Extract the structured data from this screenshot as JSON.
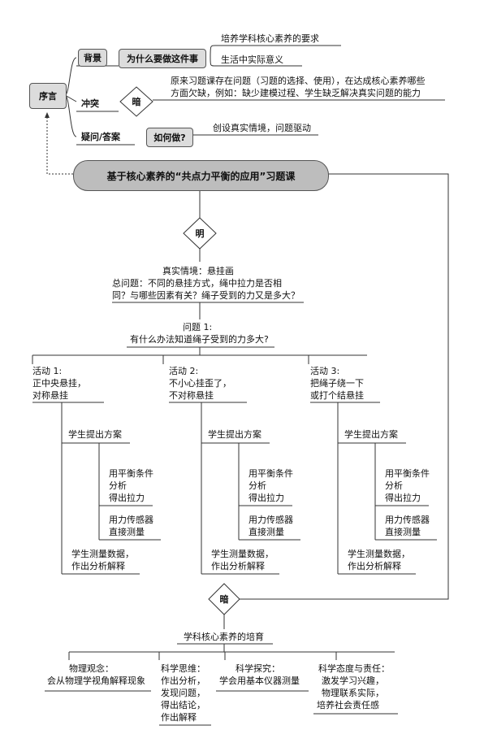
{
  "preface": {
    "label": "序言",
    "background": {
      "label": "背景",
      "question": "为什么要做这件事",
      "reasons": [
        "培养学科核心素养的要求",
        "生活中实际意义"
      ]
    },
    "conflict": {
      "label": "冲突",
      "marker": "暗",
      "text_line1": "原来习题课存在问题（习题的选择、使用），在达成核心素养哪些",
      "text_line2": "方面欠缺，例如：缺少建模过程、学生缺乏解决真实问题的能力"
    },
    "question": {
      "label": "疑问/答案",
      "how": "如何做?",
      "answer": "创设真实情境，问题驱动"
    }
  },
  "main_title": "基于核心素养的“共点力平衡的应用”习题课",
  "bright_marker": "明",
  "scenario": {
    "line1": "真实情境：悬挂画",
    "line2": "总问题：不同的悬挂方式，绳中拉力是否相",
    "line3": "同？与哪些因素有关？绳子受到的力又是多大？"
  },
  "problem1": {
    "line1": "问题 1:",
    "line2": "有什么办法知道绳子受到的力多大?"
  },
  "activities": [
    {
      "title_line1": "活动 1:",
      "title_line2": "正中央悬挂，",
      "title_line3": "对称悬挂"
    },
    {
      "title_line1": "活动 2:",
      "title_line2": "不小心挂歪了，",
      "title_line3": "不对称悬挂"
    },
    {
      "title_line1": "活动 3:",
      "title_line2": "把绳子绕一下",
      "title_line3": "或打个结悬挂"
    }
  ],
  "activity_steps": {
    "propose": "学生提出方案",
    "method1_line1": "用平衡条件",
    "method1_line2": "分析",
    "method1_line3": "得出拉力",
    "method2_line1": "用力传感器",
    "method2_line2": "直接测量",
    "measure_line1": "学生测量数据，",
    "measure_line2": "作出分析解释"
  },
  "dark_marker": "暗",
  "literacy": {
    "title": "学科核心素养的培育",
    "items": [
      {
        "line1": "物理观念：",
        "line2": "会从物理学视角解释现象"
      },
      {
        "line1": "科学思维：",
        "line2": "作出分析，",
        "line3": "发现问题，",
        "line4": "得出结论，",
        "line5": "作出解释"
      },
      {
        "line1": "科学探究：",
        "line2": "学会用基本仪器测量"
      },
      {
        "line1": "科学态度与责任：",
        "line2": "激发学习兴趣，",
        "line3": "物理联系实际，",
        "line4": "培养社会责任感"
      }
    ]
  },
  "colors": {
    "box_fill": "#dcdcdc",
    "pill_fill": "#bdbdbd",
    "line": "#333333"
  }
}
